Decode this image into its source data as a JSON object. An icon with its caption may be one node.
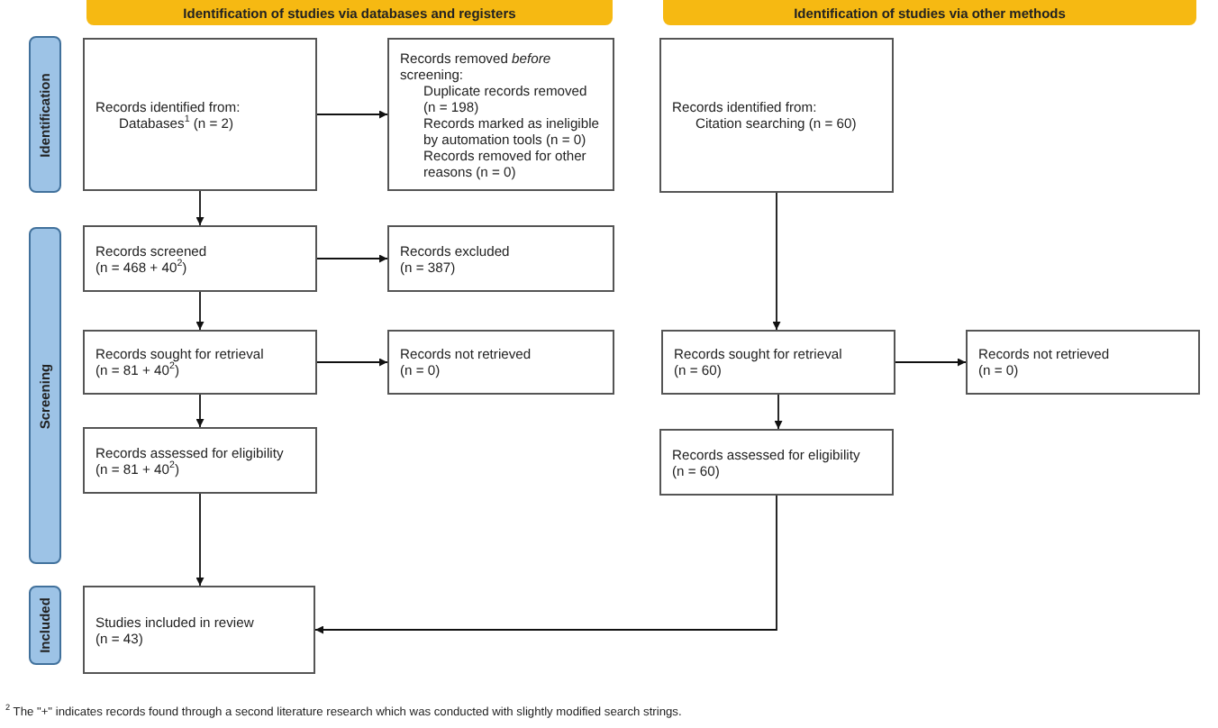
{
  "diagram": {
    "nodes": [
      {
        "text": [
          "Identification of studies via databases and registers"
        ]
      },
      {
        "text": [
          "Identification of studies via other methods"
        ]
      },
      {
        "text": [
          "Identification"
        ]
      },
      {
        "text": [
          "Screening"
        ]
      },
      {
        "text": [
          "Included"
        ]
      },
      {
        "text": [
          "Records identified from:",
          "Databases$^{1}$ (n = 2)"
        ]
      },
      {
        "text": [
          "Records removed *before* screening:",
          "Duplicate records removed (n = 198)",
          "Records marked as ineligible by automation tools (n = 0)",
          "Records removed for other reasons (n = 0)"
        ]
      },
      {
        "text": [
          "Records screened",
          "(n = 468 + 40$^{2}$)"
        ]
      },
      {
        "text": [
          "Records excluded",
          "(n = 387)"
        ]
      },
      {
        "text": [
          "Records sought for retrieval",
          "(n = 81 + 40$^{2}$)"
        ]
      },
      {
        "text": [
          "Records not retrieved",
          "(n = 0)"
        ]
      },
      {
        "text": [
          "Records assessed for eligibility",
          "(n = 81 + 40$^{2}$)"
        ]
      },
      {
        "text": [
          "Studies included in review",
          "(n = 43)"
        ]
      },
      {
        "text": [
          "Records identified from:",
          "Citation searching (n = 60)"
        ]
      },
      {
        "text": [
          "Records sought for retrieval",
          "(n = 60)"
        ]
      },
      {
        "text": [
          "Records not retrieved",
          "(n = 0)"
        ]
      },
      {
        "text": [
          "Records assessed for eligibility",
          "(n = 60)"
        ]
      }
    ],
    "edges": [
      {
        "from": 5,
        "to": 6,
        "arrow": "to"
      },
      {
        "from": 5,
        "to": 7,
        "arrow": "to"
      },
      {
        "from": 7,
        "to": 8,
        "arrow": "to"
      },
      {
        "from": 7,
        "to": 9,
        "arrow": "to"
      },
      {
        "from": 9,
        "to": 10,
        "arrow": "to"
      },
      {
        "from": 9,
        "to": 11,
        "arrow": "to"
      },
      {
        "from": 11,
        "to": 12,
        "arrow": "to"
      },
      {
        "from": 13,
        "to": 14,
        "arrow": "to"
      },
      {
        "from": 14,
        "to": 15,
        "arrow": "to"
      },
      {
        "from": 14,
        "to": 16,
        "arrow": "to"
      },
      {
        "from": 16,
        "to": 12,
        "arrow": "to"
      }
    ],
    "labels": [
      "$^{2}$ The \"+\" indicates records found through a second literature research which was conducted with slightly modified search strings."
    ]
  }
}
